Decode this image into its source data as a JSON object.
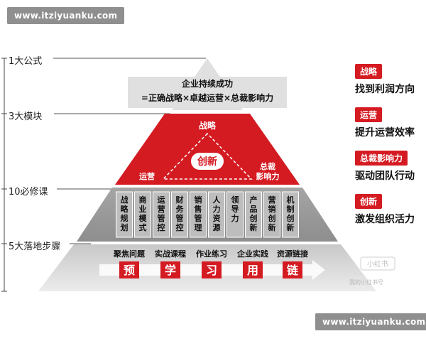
{
  "watermarks": {
    "top": "www.itziyuanku.com",
    "bottom": "www.itziyuanku.com"
  },
  "scale_labels": [
    "1大公式",
    "3大模块",
    "10必修课",
    "5大落地步骤"
  ],
  "top_section": {
    "line1": "企业持续成功",
    "line2": "=正确战略×卓越运营×总裁影响力"
  },
  "red_section": {
    "top_label": "战略",
    "center_label": "创新",
    "left_label": "运营",
    "right_label_line1": "总裁",
    "right_label_line2": "影响力"
  },
  "courses": [
    "战略规划",
    "商业模式",
    "运营管控",
    "财务管控",
    "销售管理",
    "人力资源",
    "领导力",
    "产品创新",
    "营销创新",
    "机制创新"
  ],
  "steps": {
    "labels": [
      "聚焦问题",
      "实战课程",
      "作业练习",
      "企业实践",
      "资源链接"
    ],
    "chars": [
      "预",
      "学",
      "习",
      "用",
      "链"
    ]
  },
  "side_captions": [
    {
      "tag": "战略",
      "text": "找到利润方向"
    },
    {
      "tag": "运营",
      "text": "提升运营效率"
    },
    {
      "tag": "总裁影响力",
      "text": "驱动团队行动"
    },
    {
      "tag": "创新",
      "text": "激发组织活力"
    }
  ],
  "bottom_logo": {
    "brand": "小红书",
    "credit": "我的小红书号"
  },
  "colors": {
    "red": "#d51b22",
    "gray": "#9a9a9a",
    "dark": "#222222"
  }
}
